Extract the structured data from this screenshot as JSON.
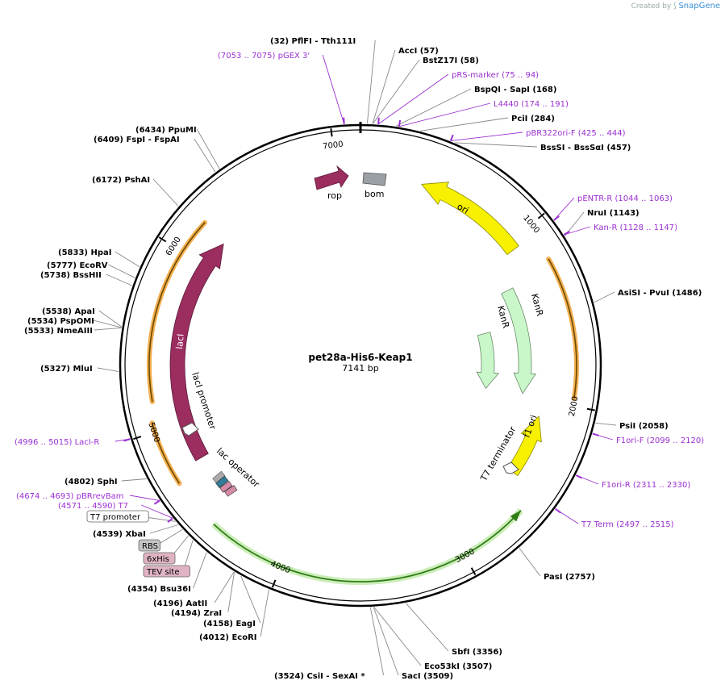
{
  "branding": {
    "created_by": "Created by",
    "product": "SnapGene"
  },
  "plasmid": {
    "name": "pet28a-His6-Keap1",
    "size_label": "7141 bp",
    "length": 7141
  },
  "colors": {
    "enzyme_text": "#000000",
    "primer_text": "#9b2fd1",
    "leader_gray": "#888888",
    "feature_rop": "#9b2d5f",
    "feature_bom": "#9aa0a6",
    "feature_ori": "#f7f000",
    "feature_kanr": "#c9f7c9",
    "feature_laci": "#9b2d5f",
    "feature_orange": "#f0a030",
    "feature_cds_green": "#2f7d16"
  },
  "ticks": [
    {
      "bp": 1000,
      "label": "1000"
    },
    {
      "bp": 2000,
      "label": "2000"
    },
    {
      "bp": 3000,
      "label": "3000"
    },
    {
      "bp": 4000,
      "label": "4000"
    },
    {
      "bp": 5000,
      "label": "5000"
    },
    {
      "bp": 6000,
      "label": "6000"
    },
    {
      "bp": 7000,
      "label": "7000"
    }
  ],
  "annotations": [
    {
      "text": "(32)  PflFI  -  Tth111I",
      "kind": "enzyme",
      "bp": 32
    },
    {
      "text": "(7053 .. 7075)  pGEX 3'",
      "kind": "primer",
      "bp": 7064
    },
    {
      "text": "AccI  (57)",
      "kind": "enzyme",
      "bp": 57
    },
    {
      "text": "BstZ17I  (58)",
      "kind": "enzyme",
      "bp": 58
    },
    {
      "text": "pRS-marker  (75 .. 94)",
      "kind": "primer",
      "bp": 84
    },
    {
      "text": "BspQI  -  SapI  (168)",
      "kind": "enzyme",
      "bp": 168
    },
    {
      "text": "L4440  (174 .. 191)",
      "kind": "primer",
      "bp": 182
    },
    {
      "text": "PciI  (284)",
      "kind": "enzyme",
      "bp": 284
    },
    {
      "text": "pBR322ori-F  (425 .. 444)",
      "kind": "primer",
      "bp": 434
    },
    {
      "text": "BssSI  -  BssSαI  (457)",
      "kind": "enzyme",
      "bp": 457
    },
    {
      "text": "pENTR-R  (1044 .. 1063)",
      "kind": "primer",
      "bp": 1053
    },
    {
      "text": "NruI  (1143)",
      "kind": "enzyme",
      "bp": 1143
    },
    {
      "text": "Kan-R  (1128 .. 1147)",
      "kind": "primer",
      "bp": 1137
    },
    {
      "text": "AsiSI  -  PvuI  (1486)",
      "kind": "enzyme",
      "bp": 1486
    },
    {
      "text": "PsiI  (2058)",
      "kind": "enzyme",
      "bp": 2058
    },
    {
      "text": "F1ori-F  (2099 .. 2120)",
      "kind": "primer",
      "bp": 2110
    },
    {
      "text": "F1ori-R  (2311 .. 2330)",
      "kind": "primer",
      "bp": 2320
    },
    {
      "text": "T7 Term  (2497 .. 2515)",
      "kind": "primer",
      "bp": 2506
    },
    {
      "text": "PasI  (2757)",
      "kind": "enzyme",
      "bp": 2757
    },
    {
      "text": "SbfI  (3356)",
      "kind": "enzyme",
      "bp": 3356
    },
    {
      "text": "Eco53kI  (3507)",
      "kind": "enzyme",
      "bp": 3507
    },
    {
      "text": "SacI  (3509)",
      "kind": "enzyme",
      "bp": 3509
    },
    {
      "text": "(3524)  CsiI  -  SexAI *",
      "kind": "enzyme",
      "bp": 3524
    },
    {
      "text": "(4012)  EcoRI",
      "kind": "enzyme",
      "bp": 4012
    },
    {
      "text": "(4158)  EagI",
      "kind": "enzyme",
      "bp": 4158
    },
    {
      "text": "(4194)  ZraI",
      "kind": "enzyme",
      "bp": 4194
    },
    {
      "text": "(4196)  AatII",
      "kind": "enzyme",
      "bp": 4196
    },
    {
      "text": "(4354)  Bsu36I",
      "kind": "enzyme",
      "bp": 4354
    },
    {
      "text": "TEV site",
      "kind": "feature_box_pink",
      "bp": 4440
    },
    {
      "text": "6xHis",
      "kind": "feature_box_pink",
      "bp": 4470
    },
    {
      "text": "RBS",
      "kind": "feature_box_gray",
      "bp": 4510
    },
    {
      "text": "(4539)  XbaI",
      "kind": "enzyme",
      "bp": 4539
    },
    {
      "text": "T7 promoter",
      "kind": "feature_box_white",
      "bp": 4560
    },
    {
      "text": "(4571 .. 4590)  T7",
      "kind": "primer",
      "bp": 4580
    },
    {
      "text": "(4674 .. 4693)  pBRrevBam",
      "kind": "primer",
      "bp": 4683
    },
    {
      "text": "(4802)  SphI",
      "kind": "enzyme",
      "bp": 4802
    },
    {
      "text": "(4996 .. 5015)  LacI-R",
      "kind": "primer",
      "bp": 5005
    },
    {
      "text": "(5327)  MluI",
      "kind": "enzyme",
      "bp": 5327
    },
    {
      "text": "(5533)  NmeAIII",
      "kind": "enzyme",
      "bp": 5533
    },
    {
      "text": "(5534)  PspOMI",
      "kind": "enzyme",
      "bp": 5534
    },
    {
      "text": "(5538)  ApaI",
      "kind": "enzyme",
      "bp": 5538
    },
    {
      "text": "(5738)  BssHII",
      "kind": "enzyme",
      "bp": 5738
    },
    {
      "text": "(5777)  EcoRV",
      "kind": "enzyme",
      "bp": 5777
    },
    {
      "text": "(5833)  HpaI",
      "kind": "enzyme",
      "bp": 5833
    },
    {
      "text": "(6172)  PshAI",
      "kind": "enzyme",
      "bp": 6172
    },
    {
      "text": "(6409)  FspI  -  FspAI",
      "kind": "enzyme",
      "bp": 6409
    },
    {
      "text": "(6434)  PpuMI",
      "kind": "enzyme",
      "bp": 6434
    }
  ],
  "features": [
    {
      "name": "rop",
      "label": "rop",
      "kind": "cds_outside"
    },
    {
      "name": "bom",
      "label": "bom",
      "kind": "box_outside"
    },
    {
      "name": "ori",
      "label": "ori",
      "kind": "arc"
    },
    {
      "name": "kanr-1",
      "label": "KanR",
      "kind": "arc"
    },
    {
      "name": "kanr-2",
      "label": "KanR",
      "kind": "arc"
    },
    {
      "name": "f1-ori",
      "label": "f1 ori",
      "kind": "arc"
    },
    {
      "name": "t7-terminator",
      "label": "T7 terminator",
      "kind": "label"
    },
    {
      "name": "laci",
      "label": "lacI",
      "kind": "arc"
    },
    {
      "name": "laci-promoter",
      "label": "lacI promoter",
      "kind": "label"
    },
    {
      "name": "lac-operator",
      "label": "lac operator",
      "kind": "label"
    },
    {
      "name": "keap1-cds",
      "label": "",
      "kind": "arc"
    },
    {
      "name": "orange-right",
      "label": "",
      "kind": "arc"
    },
    {
      "name": "orange-left",
      "label": "",
      "kind": "arc"
    }
  ]
}
